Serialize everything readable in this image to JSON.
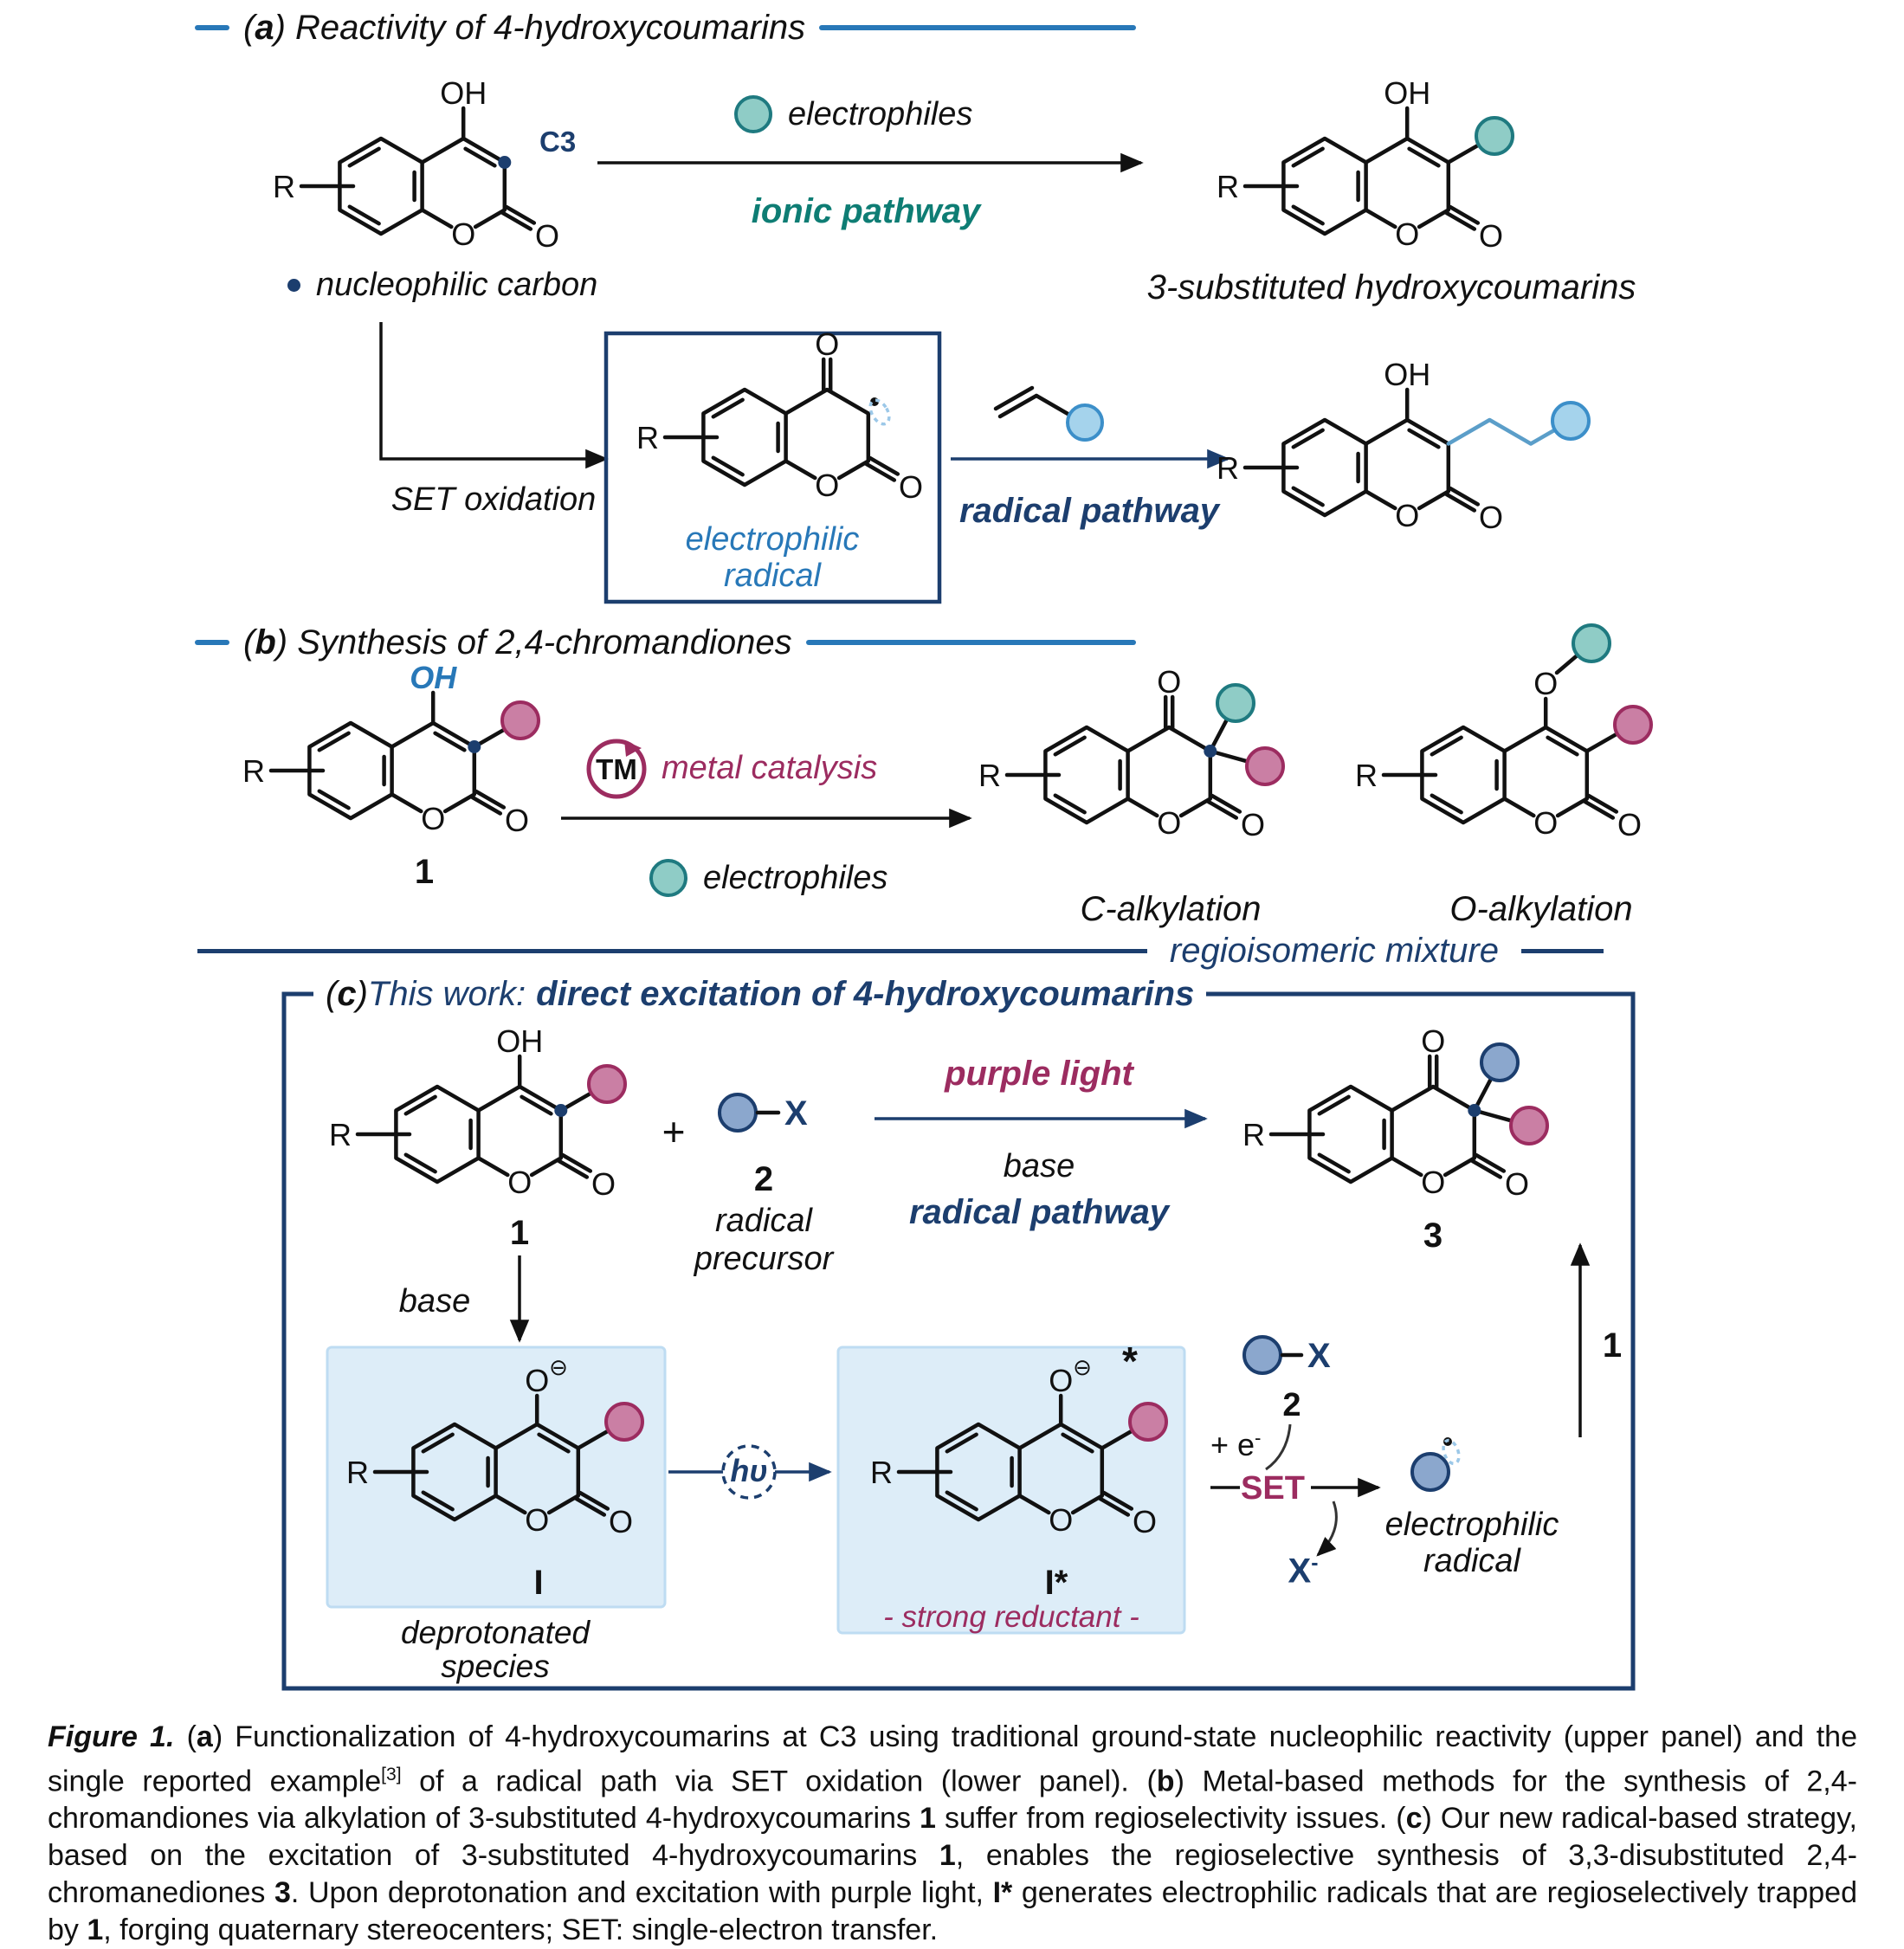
{
  "panel_a": {
    "open": "(",
    "letter": "a",
    "rest": ") Reactivity of 4-hydroxycoumarins",
    "electrophiles": "electrophiles",
    "ionic_pathway": "ionic pathway",
    "product_caption": "3-substituted hydroxycoumarins",
    "nucleophilic_carbon": "nucleophilic carbon",
    "set_oxidation": "SET oxidation",
    "elec_rad_1": "electrophilic",
    "elec_rad_2": "radical",
    "radical_pathway": "radical pathway",
    "c3": "C3"
  },
  "panel_b": {
    "open": "(",
    "letter": "b",
    "rest": ") Synthesis of 2,4-chromandiones",
    "tm": "TM",
    "metal_catalysis": "metal catalysis",
    "electrophiles": "electrophiles",
    "compound_1": "1",
    "c_alkylation": "C-alkylation",
    "o_alkylation": "O-alkylation",
    "regioisomeric": "regioisomeric mixture"
  },
  "panel_c": {
    "open": "(",
    "letter": "c",
    "close": ") ",
    "this_work": "This work:",
    "title_bold": "direct excitation of 4-hydroxycoumarins",
    "compound_1": "1",
    "plus": "+",
    "x": "X",
    "compound_2": "2",
    "radical_1": "radical",
    "radical_2": "precursor",
    "purple_light": "purple light",
    "base_top": "base",
    "radical_pathway": "radical pathway",
    "compound_3": "3",
    "base_left": "base",
    "I": "I",
    "deprot_1": "deprotonated",
    "deprot_2": "species",
    "hv": "hυ",
    "I_star": "I*",
    "star": "*",
    "strong_reductant": "- strong reductant -",
    "plus_e": "+ e",
    "e_sup": "-",
    "set": "SET",
    "x2": "X",
    "compound_2b": "2",
    "x_minus": "X",
    "x_minus_sup": "-",
    "elec_rad_1": "electrophilic",
    "elec_rad_2": "radical",
    "one": "1"
  },
  "atoms": {
    "O": "O",
    "OH": "OH",
    "R": "R",
    "minus": "⊖"
  },
  "colors": {
    "header_blue": "#2878b8",
    "navy": "#1c3e6e",
    "teal_fill": "#8fccc6",
    "teal_stroke": "#1f7a80",
    "teal_text": "#0e7d74",
    "lightblue_fill": "#a5d3ec",
    "steelblue_fill": "#8ba7cd",
    "magenta_fill": "#ca7fa4",
    "crimson": "#9c2c60",
    "lightbox_fill": "#ddedf8"
  },
  "caption": {
    "s1": "Figure 1.",
    "s2": " (",
    "s3": "a",
    "s4": ") Functionalization of 4-hydroxycoumarins at C3 using traditional ground-state nucleophilic reactivity (upper panel) and the single reported example",
    "s5": "[3]",
    "s6": " of a radical path via SET oxidation (lower panel). (",
    "s7": "b",
    "s8": ") Metal-based methods for the synthesis of 2,4-chromandiones via alkylation of 3-substituted 4-hydroxycoumarins ",
    "s9": "1",
    "s10": " suffer from regioselectivity issues. (",
    "s11": "c",
    "s12": ") Our new radical-based strategy, based on the excitation of 3-substituted 4-hydroxycoumarins ",
    "s13": "1",
    "s14": ", enables the regioselective synthesis of 3,3-disubstituted 2,4-chromanediones ",
    "s15": "3",
    "s16": ". Upon deprotonation and excitation with purple light, ",
    "s17": "I*",
    "s18": " generates electrophilic radicals that are regioselectively trapped by ",
    "s19": "1",
    "s20": ", forging quaternary stereocenters; SET: single-electron transfer."
  }
}
